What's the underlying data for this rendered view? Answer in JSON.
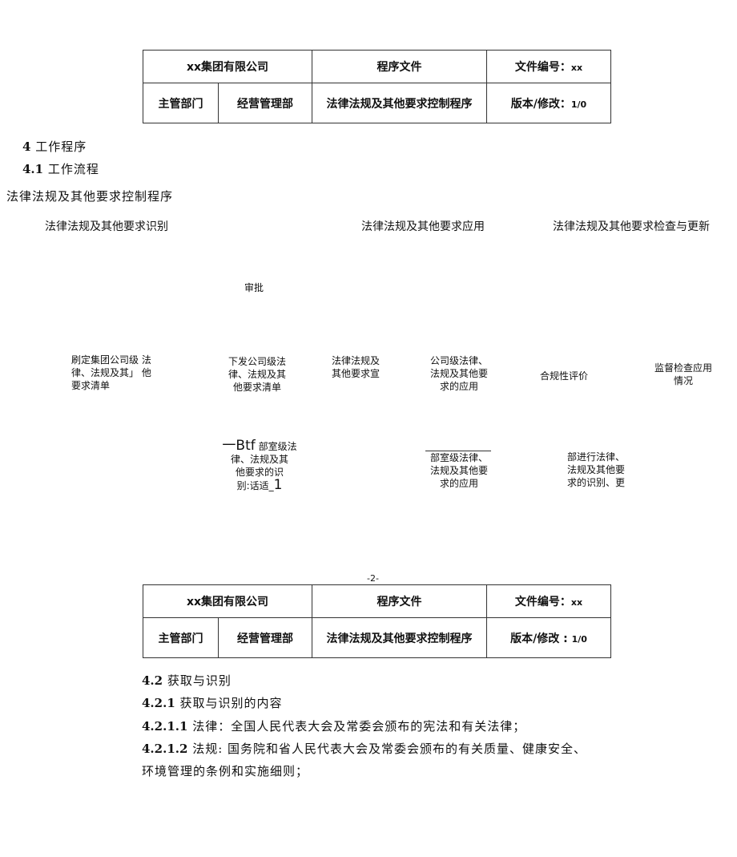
{
  "header": {
    "company": "xx集团有限公司",
    "doc_type": "程序文件",
    "doc_no_label": "文件编号：",
    "doc_no_value": "xx",
    "dept_label": "主管部门",
    "dept_value": "经营管理部",
    "doc_title": "法律法规及其他要求控制程序",
    "version_label": "版本/修改：",
    "version_value": "1/0",
    "version_label_2": "版本/修改 :"
  },
  "section4": {
    "num": "4",
    "title": "工作程序"
  },
  "section41": {
    "num": "4.1",
    "title": "工作流程"
  },
  "flow": {
    "title": "法律法规及其他要求控制程序",
    "lanes": [
      "法律法规及其他要求识别",
      "法律法规及其他要求应用",
      "法律法规及其他要求检查与更新"
    ],
    "approve": "审批",
    "box1": [
      "刷定集团公司级 法",
      "律、法规及其」 他",
      "要求清单"
    ],
    "box2": [
      "下发公司级法",
      "律、法规及其",
      "他要求清单"
    ],
    "box3": [
      "法律法规及",
      "其他要求宣"
    ],
    "box4": [
      "公司级法律、",
      "法规及其他要",
      "求的应用"
    ],
    "box5": "合规性评价",
    "box6": [
      "监督检查应用",
      "情况"
    ],
    "box7": {
      "prefix": "一Btf",
      "line1": "部室级法",
      "line2": "律、法规及其",
      "line3": "他要求的识",
      "line4a": "别:话适_",
      "line4b": "1"
    },
    "box8": [
      "部室级法律、",
      "法规及其他要",
      "求的应用"
    ],
    "box9": [
      "部进行法律、",
      "法规及其他要",
      "求的识别、更"
    ]
  },
  "page_no": "-2-",
  "section42": {
    "num": "4.2",
    "title": "获取与识别"
  },
  "section421": {
    "num": "4.2.1",
    "title": "获取与识别的内容"
  },
  "p1": {
    "num": "4.2.1.1",
    "text": "法律：全国人民代表大会及常委会颁布的宪法和有关法律；"
  },
  "p2": {
    "num": "4.2.1.2",
    "text": "法规: 国务院和省人民代表大会及常委会颁布的有关质量、健康安全、",
    "text2": "环境管理的条例和实施细则；"
  }
}
